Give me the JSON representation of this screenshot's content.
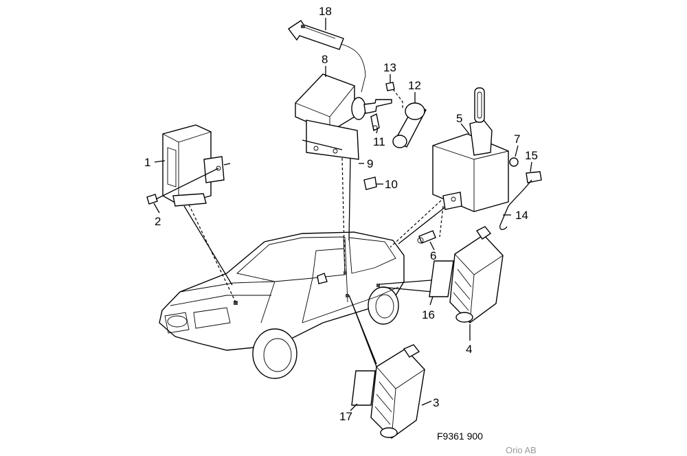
{
  "diagram": {
    "labels": [
      "1",
      "2",
      "3",
      "4",
      "5",
      "6",
      "7",
      "8",
      "9",
      "10",
      "11",
      "12",
      "13",
      "14",
      "15",
      "16",
      "17",
      "18"
    ],
    "figure_code": "F9361 900",
    "copyright": "Orio AB"
  }
}
